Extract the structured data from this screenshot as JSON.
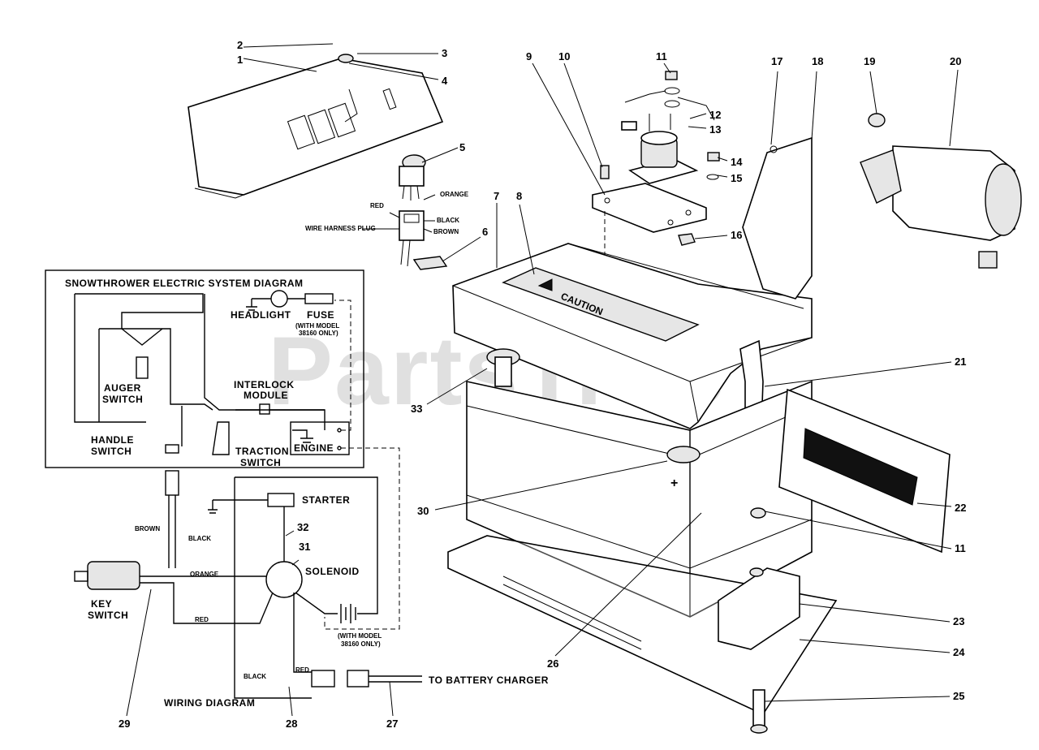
{
  "watermark": "PartsTree",
  "diagram_box_title": "SNOWTHROWER ELECTRIC SYSTEM DIAGRAM",
  "wiring_title": "WIRING DIAGRAM",
  "labels": {
    "headlight": "HEADLIGHT",
    "fuse": "FUSE",
    "with_model_top": "(WITH MODEL",
    "model_top": "38160 ONLY)",
    "auger_switch_1": "AUGER",
    "auger_switch_2": "SWITCH",
    "interlock_1": "INTERLOCK",
    "interlock_2": "MODULE",
    "handle_switch_1": "HANDLE",
    "handle_switch_2": "SWITCH",
    "traction_1": "TRACTION",
    "traction_2": "SWITCH",
    "engine": "ENGINE",
    "starter": "STARTER",
    "solenoid": "SOLENOID",
    "key_1": "KEY",
    "key_2": "SWITCH",
    "with_model_bottom": "(WITH MODEL",
    "model_bottom": "38160 ONLY)",
    "to_battery_charger": "TO BATTERY CHARGER",
    "brown": "BROWN",
    "black": "BLACK",
    "orange": "ORANGE",
    "red": "RED",
    "black2": "BLACK",
    "red2": "RED",
    "plug_red": "RED",
    "plug_orange": "ORANGE",
    "plug_black": "BLACK",
    "plug_brown": "BROWN",
    "wire_harness_plug": "WIRE HARNESS PLUG",
    "caution": "CAUTION",
    "plus": "+"
  },
  "callouts": [
    "1",
    "2",
    "3",
    "4",
    "5",
    "6",
    "7",
    "8",
    "9",
    "10",
    "11",
    "12",
    "13",
    "14",
    "15",
    "16",
    "17",
    "18",
    "19",
    "20",
    "21",
    "22",
    "23",
    "24",
    "25",
    "26",
    "27",
    "28",
    "29",
    "30",
    "31",
    "32",
    "33",
    "11"
  ]
}
